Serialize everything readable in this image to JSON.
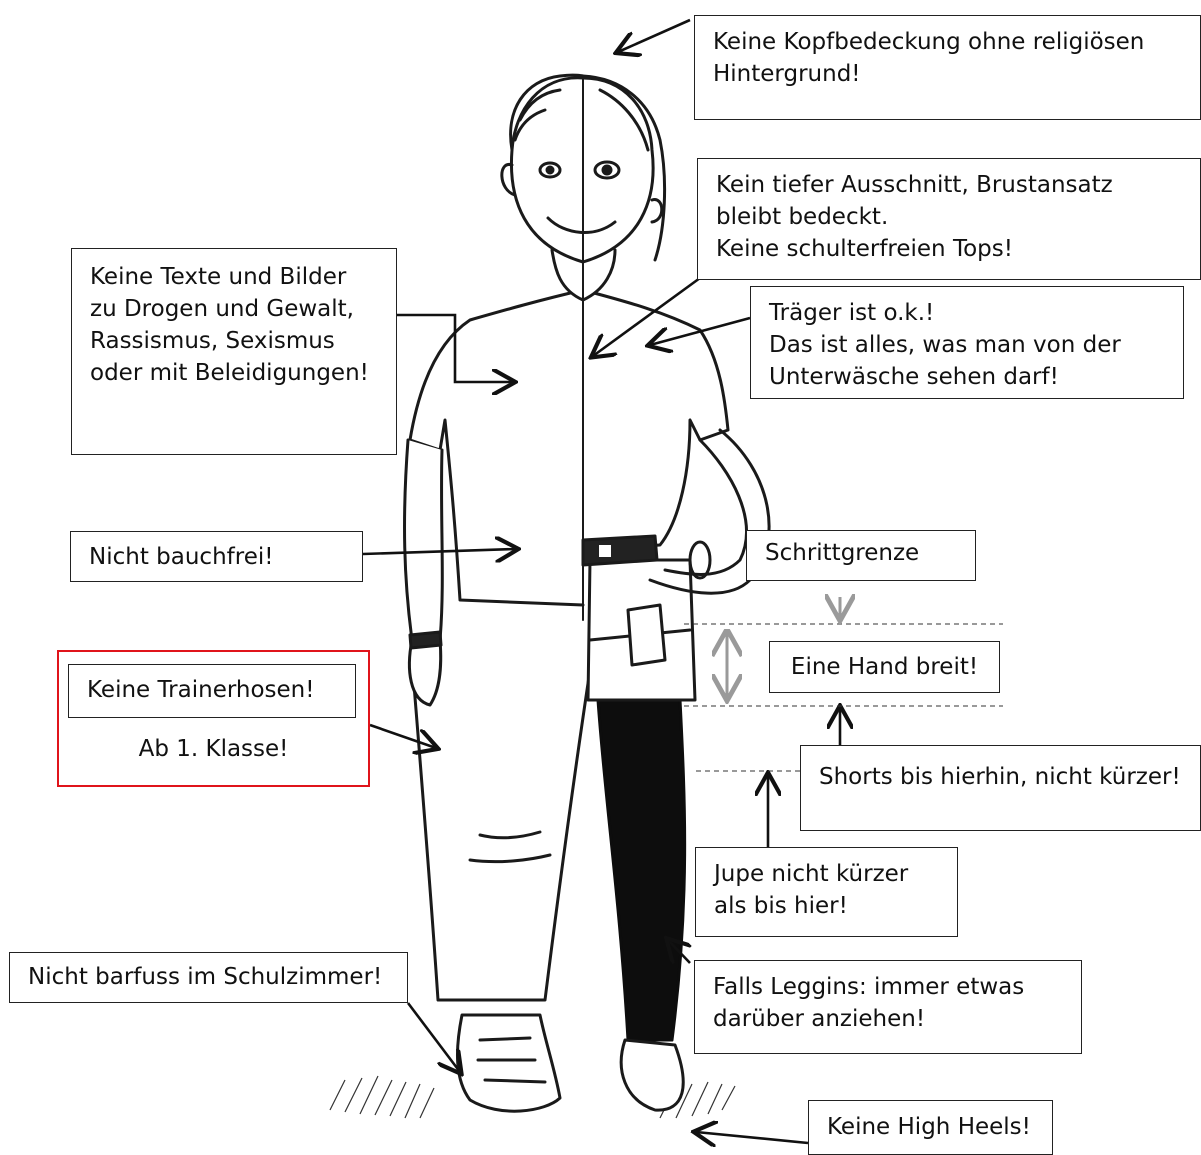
{
  "labels": {
    "headwear": "Keine Kopfbedeckung ohne religiösen\nHintergrund!",
    "neckline": "Kein tiefer Ausschnitt, Brustansatz\nbleibt bedeckt.\nKeine schulterfreien Tops!",
    "prints": "Keine Texte und Bilder\nzu Drogen und Gewalt,\nRassismus, Sexismus\noder mit Beleidigungen!",
    "straps": "Träger ist o.k.!\nDas ist alles, was man von der\nUnterwäsche sehen darf!",
    "belly": "Nicht bauchfrei!",
    "crotch_line": "Schrittgrenze",
    "trackpants": "Keine Trainerhosen!",
    "trackpants_note": "Ab 1. Klasse!",
    "hand_width": "Eine Hand breit!",
    "shorts": "Shorts bis hierhin, nicht kürzer!",
    "skirt": "Jupe nicht kürzer\nals bis hier!",
    "barefoot": "Nicht barfuss im Schulzimmer!",
    "leggings": "Falls Leggins: immer etwas\ndarüber anziehen!",
    "heels": "Keine High Heels!"
  },
  "colors": {
    "highlight_border": "#e0141b",
    "line": "#222222",
    "guide_arrow": "#9a9a9a",
    "leggings": "#0d0d0d"
  }
}
